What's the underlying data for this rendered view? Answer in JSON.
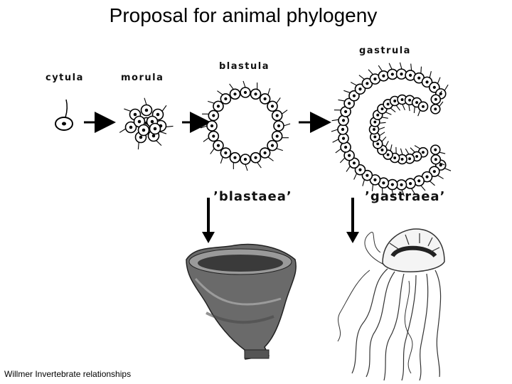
{
  "title": "Proposal for animal phylogeny",
  "stages": {
    "cytula": "cytula",
    "morula": "morula",
    "blastula": "blastula",
    "gastrula": "gastrula"
  },
  "ancestors": {
    "blastaea": "’blastaea’",
    "gastraea": "’gastraea’"
  },
  "credit": "Willmer Invertebrate relationships"
}
